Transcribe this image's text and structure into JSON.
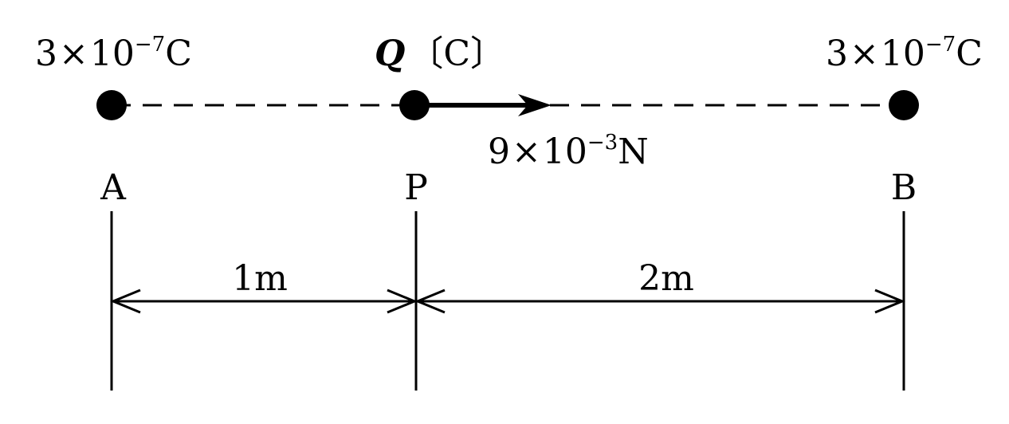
{
  "charges": {
    "left": {
      "mantissa": "3",
      "times": "×",
      "base": "10",
      "exponent": "−7",
      "unit": "C"
    },
    "middle": {
      "symbol": "Q",
      "unit": "〔C〕"
    },
    "right": {
      "mantissa": "3",
      "times": "×",
      "base": "10",
      "exponent": "−7",
      "unit": "C"
    }
  },
  "force": {
    "mantissa": "9",
    "times": "×",
    "base": "10",
    "exponent": "−3",
    "unit": "N"
  },
  "points": {
    "a": "A",
    "p": "P",
    "b": "B"
  },
  "distances": {
    "ap": "1m",
    "pb": "2m"
  }
}
